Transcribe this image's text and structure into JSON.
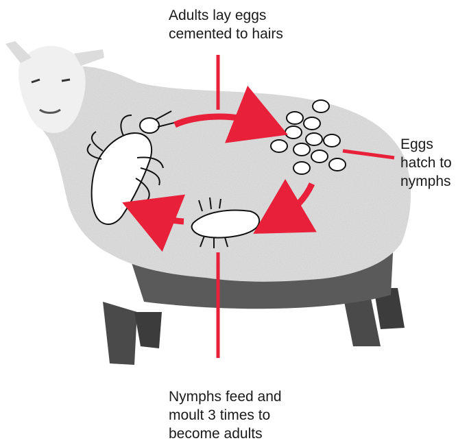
{
  "labels": {
    "adults_lay": [
      "Adults lay eggs",
      "cemented to hairs"
    ],
    "eggs_hatch": [
      "Eggs",
      "hatch to",
      "nymphs"
    ],
    "nymphs_feed": [
      "Nymphs feed and",
      "moult 3 times to",
      "become adults"
    ]
  },
  "colors": {
    "accent": "#e8203a",
    "wool_light": "#e6e6e6",
    "wool_shadow": "#585858",
    "outline": "#111111"
  },
  "icons": {
    "sheep": "sheep-illustration",
    "adult": "adult-louse-icon",
    "eggs": "louse-eggs-icon",
    "nymph": "nymph-louse-icon"
  }
}
